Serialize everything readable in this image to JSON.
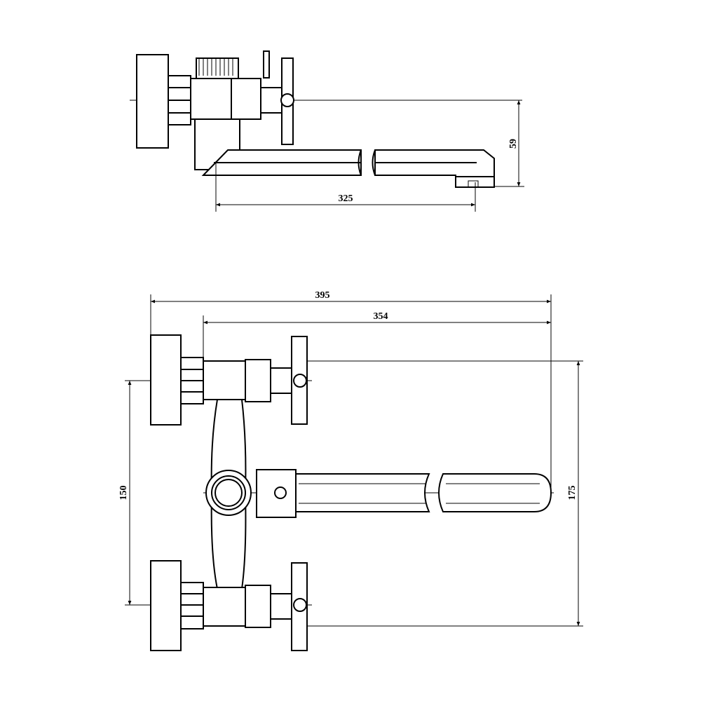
{
  "drawing": {
    "colors": {
      "line": "#000000",
      "background": "#ffffff"
    },
    "side_view": {
      "dimensions": {
        "spout_length": "325",
        "height_offset": "59"
      }
    },
    "top_view": {
      "dimensions": {
        "overall_length": "395",
        "spout_reach": "354",
        "center_distance": "150",
        "overall_width": "175"
      }
    }
  }
}
